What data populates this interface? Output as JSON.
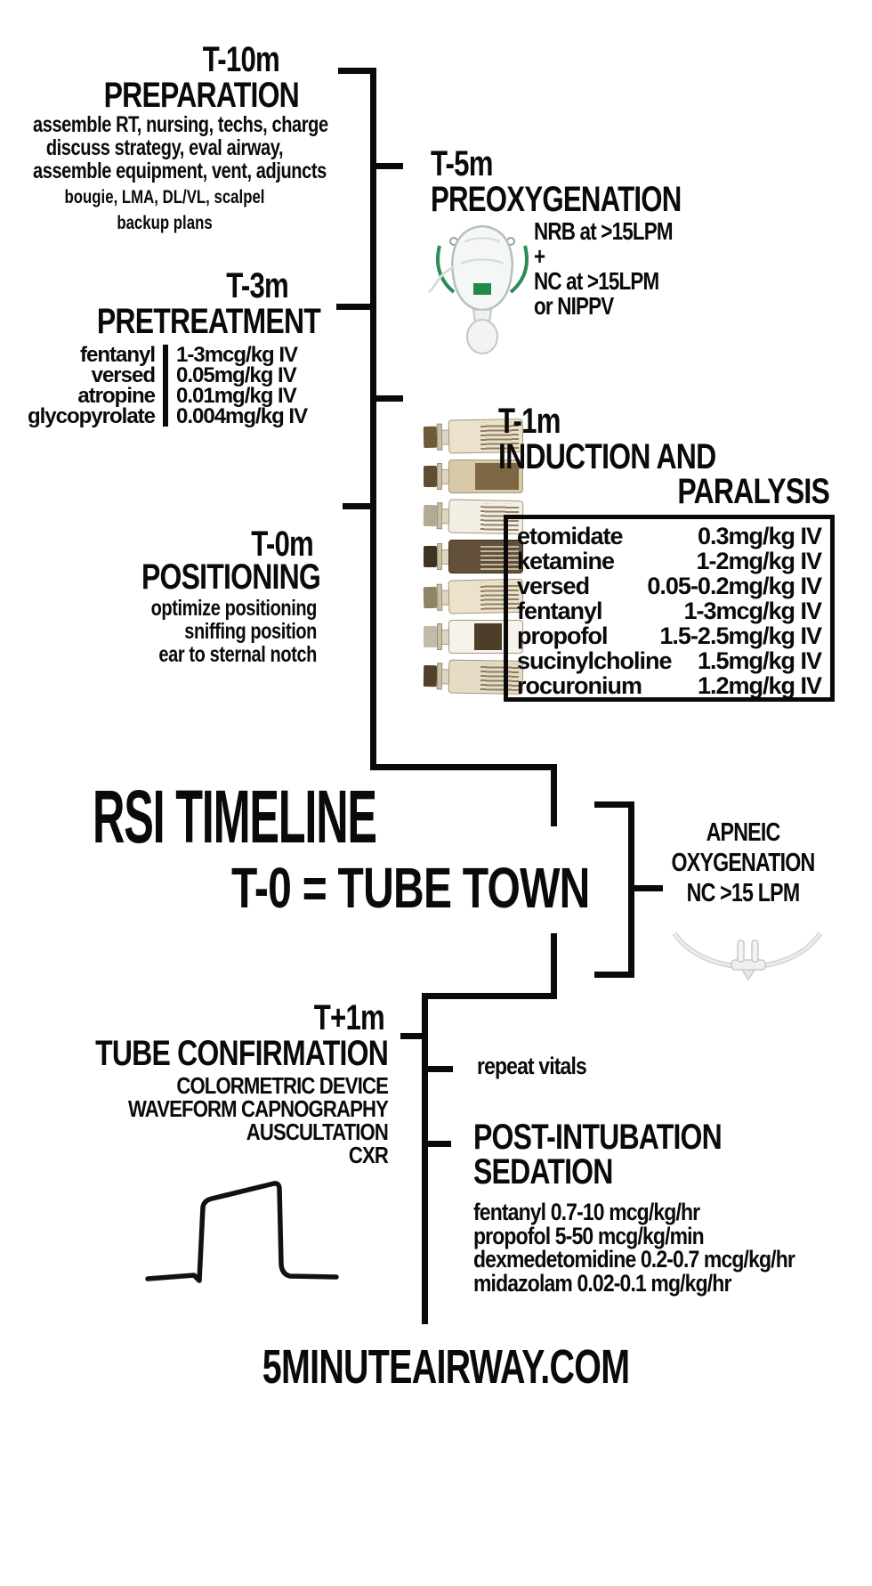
{
  "title": {
    "main": "RSI TIMELINE",
    "sub": "T-0 = TUBE TOWN"
  },
  "footer": "5MINUTEAIRWAY.COM",
  "preparation": {
    "time": "T-10m",
    "heading": "PREPARATION",
    "lines": [
      "assemble RT, nursing, techs, charge",
      "discuss strategy, eval airway,",
      "assemble equipment, vent, adjuncts"
    ],
    "sub_lines": [
      "bougie, LMA, DL/VL, scalpel",
      "backup plans"
    ]
  },
  "preoxygenation": {
    "time": "T-5m",
    "heading": "PREOXYGENATION",
    "lines": [
      "NRB at >15LPM",
      "+",
      "NC at >15LPM",
      "or NIPPV"
    ]
  },
  "pretreatment": {
    "time": "T-3m",
    "heading": "PRETREATMENT",
    "drugs": [
      {
        "name": "fentanyl",
        "dose": "1-3mcg/kg IV"
      },
      {
        "name": "versed",
        "dose": "0.05mg/kg IV"
      },
      {
        "name": "atropine",
        "dose": "0.01mg/kg IV"
      },
      {
        "name": "glycopyrolate",
        "dose": "0.004mg/kg IV"
      }
    ]
  },
  "induction": {
    "time": "T-1m",
    "heading_line1": "INDUCTION AND",
    "heading_line2": "PARALYSIS",
    "drugs": [
      {
        "name": "etomidate",
        "dose": "0.3mg/kg IV"
      },
      {
        "name": "ketamine",
        "dose": "1-2mg/kg IV"
      },
      {
        "name": "versed",
        "dose": "0.05-0.2mg/kg IV"
      },
      {
        "name": "fentanyl",
        "dose": "1-3mcg/kg IV"
      },
      {
        "name": "propofol",
        "dose": "1.5-2.5mg/kg IV"
      },
      {
        "name": "sucinylcholine",
        "dose": "1.5mg/kg IV"
      },
      {
        "name": "rocuronium",
        "dose": "1.2mg/kg IV"
      }
    ]
  },
  "positioning": {
    "time": "T-0m",
    "heading": "POSITIONING",
    "lines": [
      "optimize positioning",
      "sniffing position",
      "ear to sternal notch"
    ]
  },
  "apneic": {
    "lines": [
      "APNEIC",
      "OXYGENATION",
      "NC >15 LPM"
    ]
  },
  "tube_confirmation": {
    "time": "T+1m",
    "heading": "TUBE CONFIRMATION",
    "lines": [
      "COLORMETRIC DEVICE",
      "WAVEFORM CAPNOGRAPHY",
      "AUSCULTATION",
      "CXR"
    ]
  },
  "repeat_vitals": "repeat vitals",
  "post_intubation": {
    "heading_line1": "POST-INTUBATION",
    "heading_line2": "SEDATION",
    "drugs": [
      "fentanyl  0.7-10 mcg/kg/hr",
      "propofol 5-50 mcg/kg/min",
      "dexmedetomidine 0.2-0.7 mcg/kg/hr",
      "midazolam 0.02-0.1 mg/kg/hr"
    ]
  },
  "icons": {
    "mask": "oxygen-mask-icon",
    "cannula": "nasal-cannula-icon",
    "vial": "medication-vial-icon",
    "waveform": "capnography-waveform-icon"
  },
  "colors": {
    "ink": "#0a0a0a",
    "strap_green": "#2e8b57",
    "mask_green": "#1f8a4c"
  }
}
